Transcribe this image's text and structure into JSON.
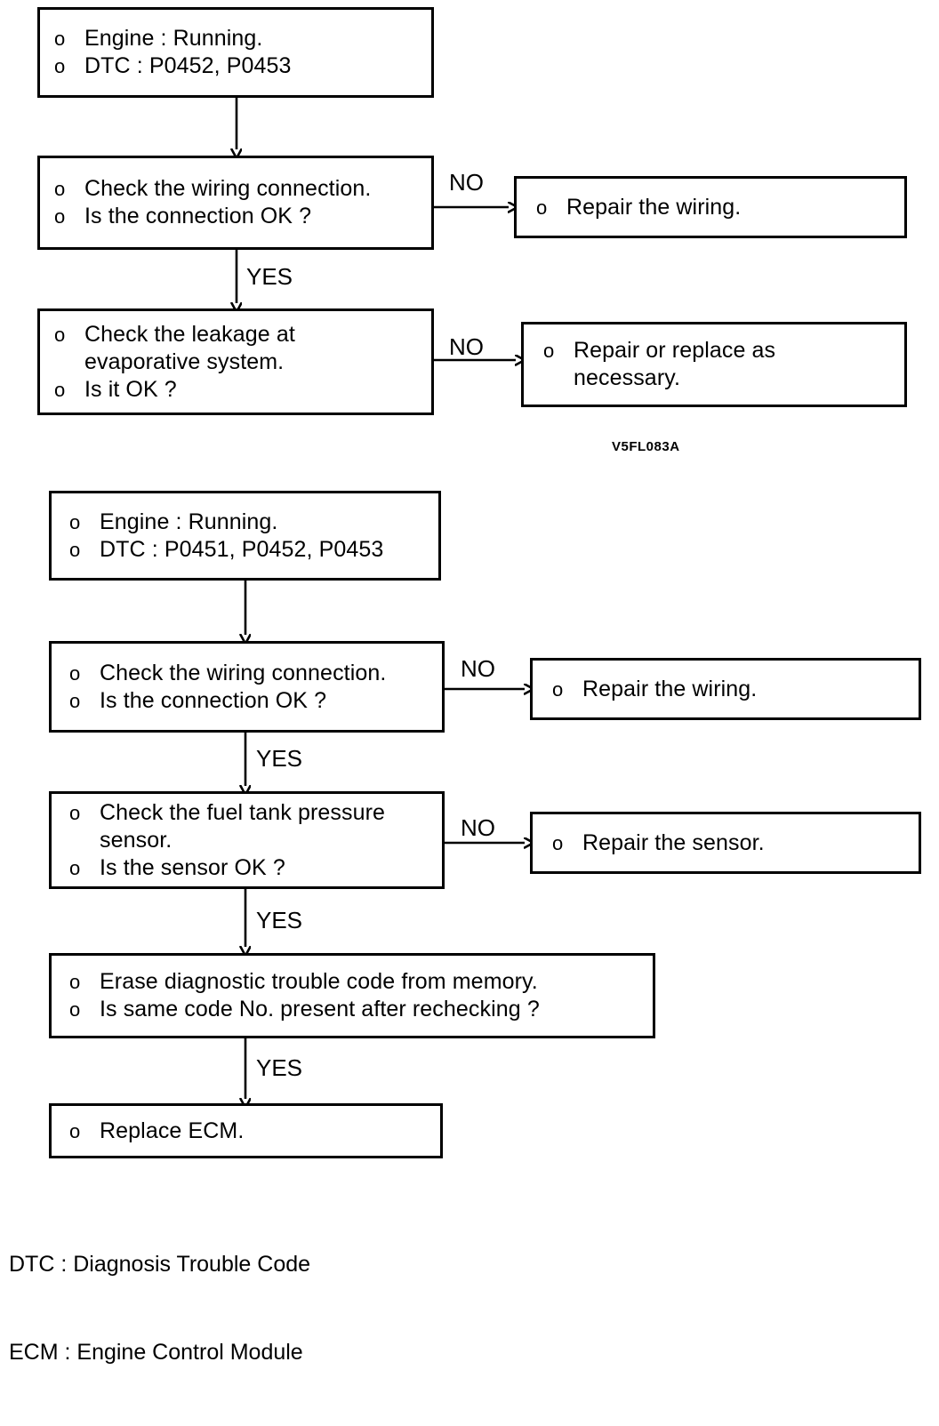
{
  "document": {
    "type": "diagnostic-flowchart",
    "caption": "V5FL083A"
  },
  "chart_one": {
    "boxes": [
      {
        "id": "start-1",
        "lines": [
          {
            "bullet": "o",
            "text": "Engine : Running."
          },
          {
            "bullet": "o",
            "text": "DTC : P0452, P0453"
          }
        ]
      },
      {
        "id": "check-wiring-1",
        "lines": [
          {
            "bullet": "o",
            "text": "Check the wiring connection."
          },
          {
            "bullet": "o",
            "text": "Is the connection OK ?"
          }
        ]
      },
      {
        "id": "repair-wiring-1",
        "lines": [
          {
            "bullet": "o",
            "text": "Repair the wiring."
          }
        ]
      },
      {
        "id": "check-leakage-1",
        "lines": [
          {
            "bullet": "o",
            "text": "Check the leakage at"
          },
          {
            "bullet": "",
            "text": "evaporative system."
          },
          {
            "bullet": "o",
            "text": "Is it OK ?"
          }
        ]
      },
      {
        "id": "repair-replace-1",
        "lines": [
          {
            "bullet": "o",
            "text": "Repair or replace as"
          },
          {
            "bullet": "",
            "text": "necessary."
          }
        ]
      }
    ],
    "edges": [
      {
        "id": "e1-no-wiring",
        "label": "NO"
      },
      {
        "id": "e1-yes-leakage",
        "label": "YES"
      },
      {
        "id": "e1-no-leakage",
        "label": "NO"
      }
    ]
  },
  "chart_two": {
    "boxes": [
      {
        "id": "start-2",
        "lines": [
          {
            "bullet": "o",
            "text": "Engine : Running."
          },
          {
            "bullet": "o",
            "text": "DTC : P0451, P0452, P0453"
          }
        ]
      },
      {
        "id": "check-wiring-2",
        "lines": [
          {
            "bullet": "o",
            "text": "Check the wiring connection."
          },
          {
            "bullet": "o",
            "text": "Is the connection OK ?"
          }
        ]
      },
      {
        "id": "repair-wiring-2",
        "lines": [
          {
            "bullet": "o",
            "text": "Repair the wiring."
          }
        ]
      },
      {
        "id": "check-sensor-2",
        "lines": [
          {
            "bullet": "o",
            "text": "Check the fuel tank pressure"
          },
          {
            "bullet": "",
            "text": "sensor."
          },
          {
            "bullet": "o",
            "text": "Is the sensor OK ?"
          }
        ]
      },
      {
        "id": "repair-sensor-2",
        "lines": [
          {
            "bullet": "o",
            "text": "Repair the sensor."
          }
        ]
      },
      {
        "id": "erase-code-2",
        "lines": [
          {
            "bullet": "o",
            "text": "Erase diagnostic trouble code from memory."
          },
          {
            "bullet": "o",
            "text": "Is same code No. present after rechecking ?"
          }
        ]
      },
      {
        "id": "replace-ecm-2",
        "lines": [
          {
            "bullet": "o",
            "text": "Replace ECM."
          }
        ]
      }
    ],
    "edges": [
      {
        "id": "e2-no-wiring",
        "label": "NO"
      },
      {
        "id": "e2-yes-sensor",
        "label": "YES"
      },
      {
        "id": "e2-no-sensor",
        "label": "NO"
      },
      {
        "id": "e2-yes-erase",
        "label": "YES"
      },
      {
        "id": "e2-yes-ecm",
        "label": "YES"
      }
    ]
  },
  "legend": {
    "lines": [
      "DTC : Diagnosis Trouble Code",
      "ECM : Engine Control Module"
    ]
  },
  "colors": {
    "ink": "#000000",
    "paper": "#ffffff"
  }
}
